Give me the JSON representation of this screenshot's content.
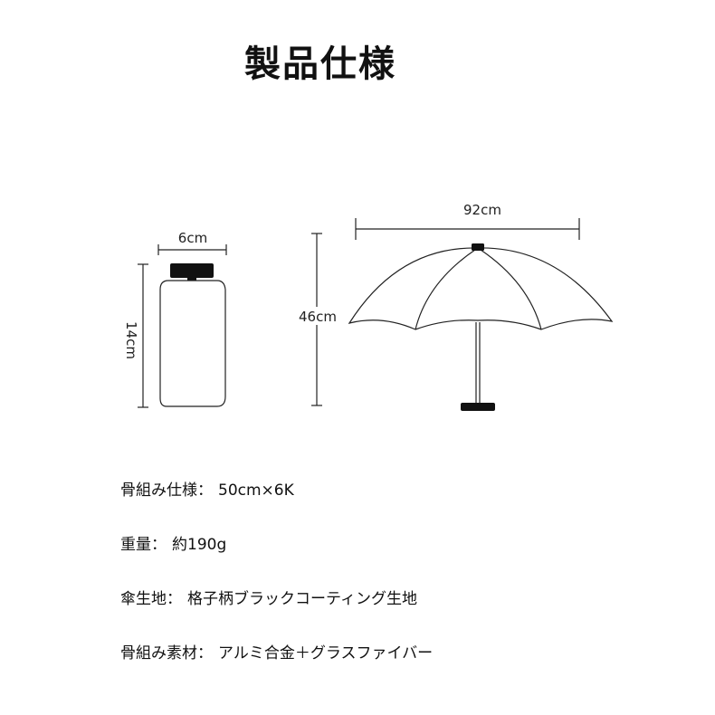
{
  "title": "製品仕様",
  "folded": {
    "width_label": "6cm",
    "height_label": "14cm"
  },
  "open": {
    "width_label": "92cm",
    "height_label": "46cm"
  },
  "specs": [
    {
      "label": "骨組み仕様",
      "value": "50cm×6K"
    },
    {
      "label": "重量",
      "value": "約190g"
    },
    {
      "label": "傘生地",
      "value": "格子柄ブラックコーティング生地"
    },
    {
      "label": "骨組み素材",
      "value": "アルミ合金＋グラスファイバー"
    }
  ],
  "separator": "：",
  "colors": {
    "line": "#222222",
    "handle": "#111111",
    "text": "#111111"
  }
}
